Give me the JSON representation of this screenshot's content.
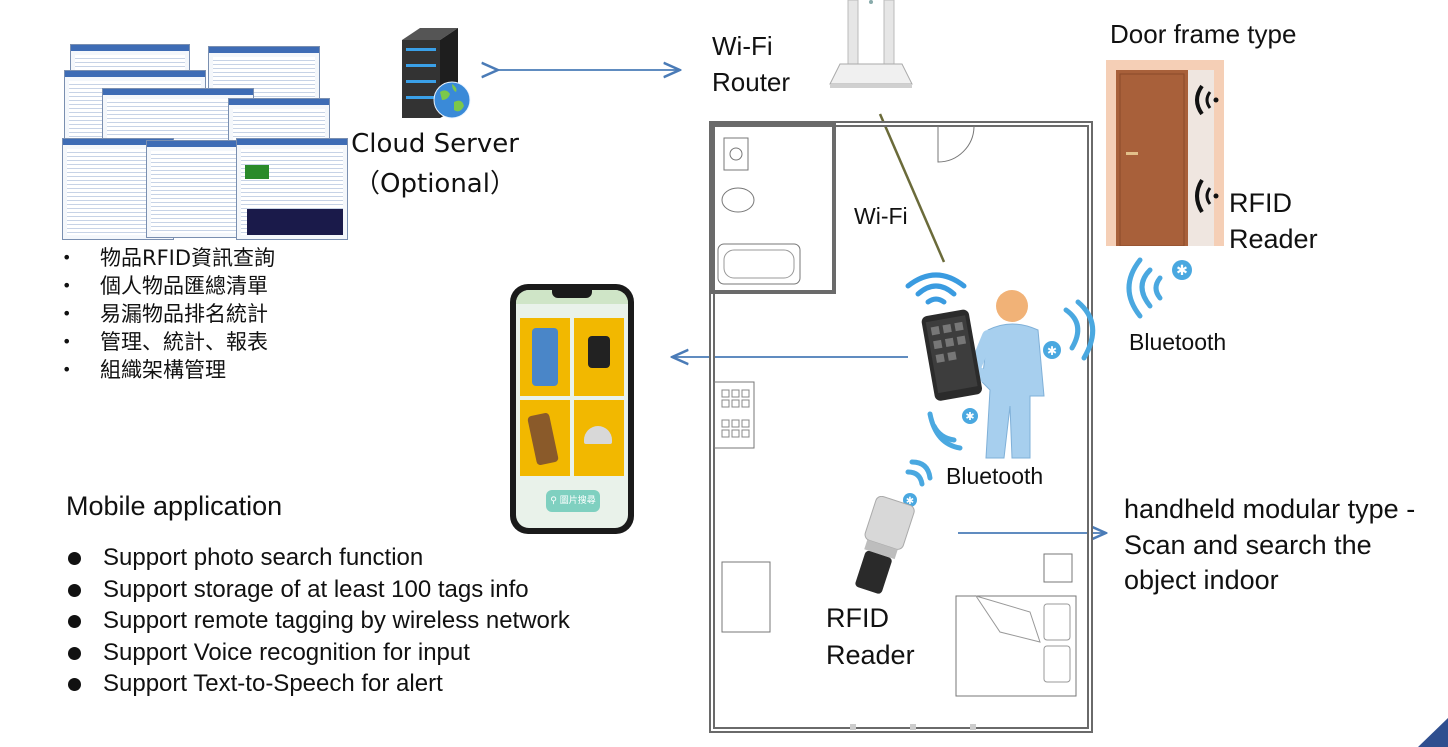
{
  "cloud": {
    "label": "Cloud Server",
    "sublabel": "（Optional）"
  },
  "router": {
    "line1": "Wi-Fi",
    "line2": "Router"
  },
  "door": {
    "title": "Door frame type",
    "reader1": "RFID",
    "reader2": "Reader",
    "bluetooth": "Bluetooth"
  },
  "room": {
    "wifi": "Wi-Fi",
    "bluetooth": "Bluetooth",
    "reader1": "RFID",
    "reader2": "Reader"
  },
  "server_features": [
    "物品RFID資訊查詢",
    "個人物品匯總清單",
    "易漏物品排名統計",
    "管理、統計、報表",
    "組織架構管理"
  ],
  "mobile": {
    "title": "Mobile application",
    "features": [
      "Support photo search function",
      "Support storage of at least 100 tags info",
      "Support remote tagging by wireless network",
      "Support Voice recognition for input",
      "Support Text-to-Speech for alert"
    ],
    "search_button": "圖片搜尋"
  },
  "handheld": {
    "line1": "handheld modular type -",
    "line2": "Scan and search the",
    "line3": "object indoor"
  },
  "colors": {
    "arrow": "#4a7bb7",
    "wifi_waves": "#3a9be0",
    "bluetooth_waves": "#4aa8e0",
    "door": "#a8603a",
    "phone_tiles": "#f2b800"
  },
  "icons": [
    "server-icon",
    "globe-icon",
    "router-icon",
    "door-icon",
    "signal-waves-icon",
    "bluetooth-icon",
    "tablet-icon",
    "person-icon",
    "rfid-scanner-icon",
    "smartphone-icon",
    "search-icon"
  ]
}
